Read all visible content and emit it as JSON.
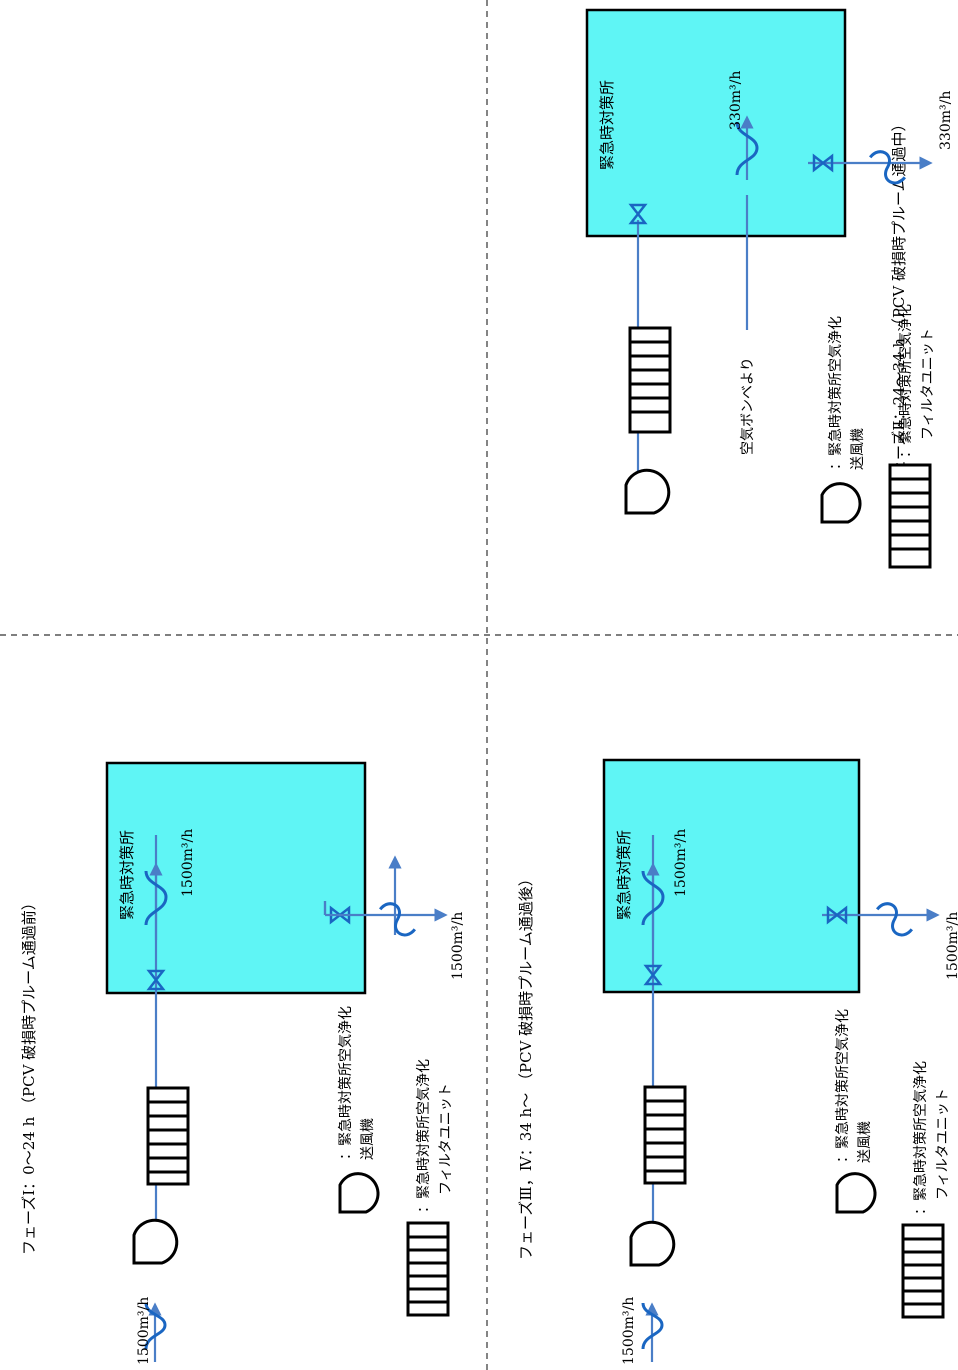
{
  "phases": [
    {
      "title": "フェーズⅠ：0～24 h （PCV 破損時プルーム通過前）",
      "room_label": "緊急時対策所",
      "inlet_flow": "1500m³/h",
      "room_flow": "1500m³/h",
      "outlet_flow": "1500m³/h",
      "has_fan_train": true,
      "has_cylinder": false,
      "has_inlet_arrow": true
    },
    {
      "title": "フェーズⅡ：24～34 h （PCV 破損時プルーム通過中）",
      "room_label": "緊急時対策所",
      "room_flow": "330m³/h",
      "outlet_flow": "330m³/h",
      "cylinder_label": "空気ボンベより",
      "has_fan_train": true,
      "has_cylinder": true,
      "has_inlet_arrow": false
    },
    {
      "title": "フェーズⅢ，Ⅳ：34 h～ （PCV 破損時プルーム通過後）",
      "room_label": "緊急時対策所",
      "inlet_flow": "1500m³/h",
      "room_flow": "1500m³/h",
      "outlet_flow": "1500m³/h",
      "has_fan_train": true,
      "has_cylinder": false,
      "has_inlet_arrow": true
    }
  ],
  "legend": {
    "fan_label_1": "：緊急時対策所空気浄化",
    "fan_label_2": "送風機",
    "filter_label_1": "：緊急時対策所空気浄化",
    "filter_label_2": "フィルタユニット"
  },
  "colors": {
    "room_fill": "#5ff5f5",
    "flow_line": "#4a7ec7",
    "wave": "#1a66c2",
    "valve": "#1a66c2",
    "outline": "#000000"
  },
  "icons": {
    "fan": "centrifugal-fan-icon",
    "filter": "filter-unit-icon",
    "valve": "butterfly-valve-icon",
    "air": "air-flow-wave-icon"
  }
}
